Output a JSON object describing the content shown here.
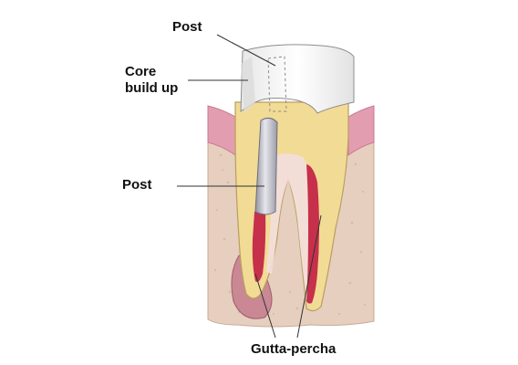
{
  "labels": {
    "post_top": "Post",
    "core_line1": "Core",
    "core_line2": "build up",
    "post_middle": "Post",
    "gutta_percha": "Gutta-percha"
  },
  "colors": {
    "gum": "#e5a3b2",
    "bone": "#e5cdbd",
    "dentin": "#f3dc95",
    "pulp": "#f2dede",
    "gutta_percha": "#c8344b",
    "post": "#b9b9c4",
    "core": "#f7f7f7",
    "abscess": "#c98b95"
  }
}
